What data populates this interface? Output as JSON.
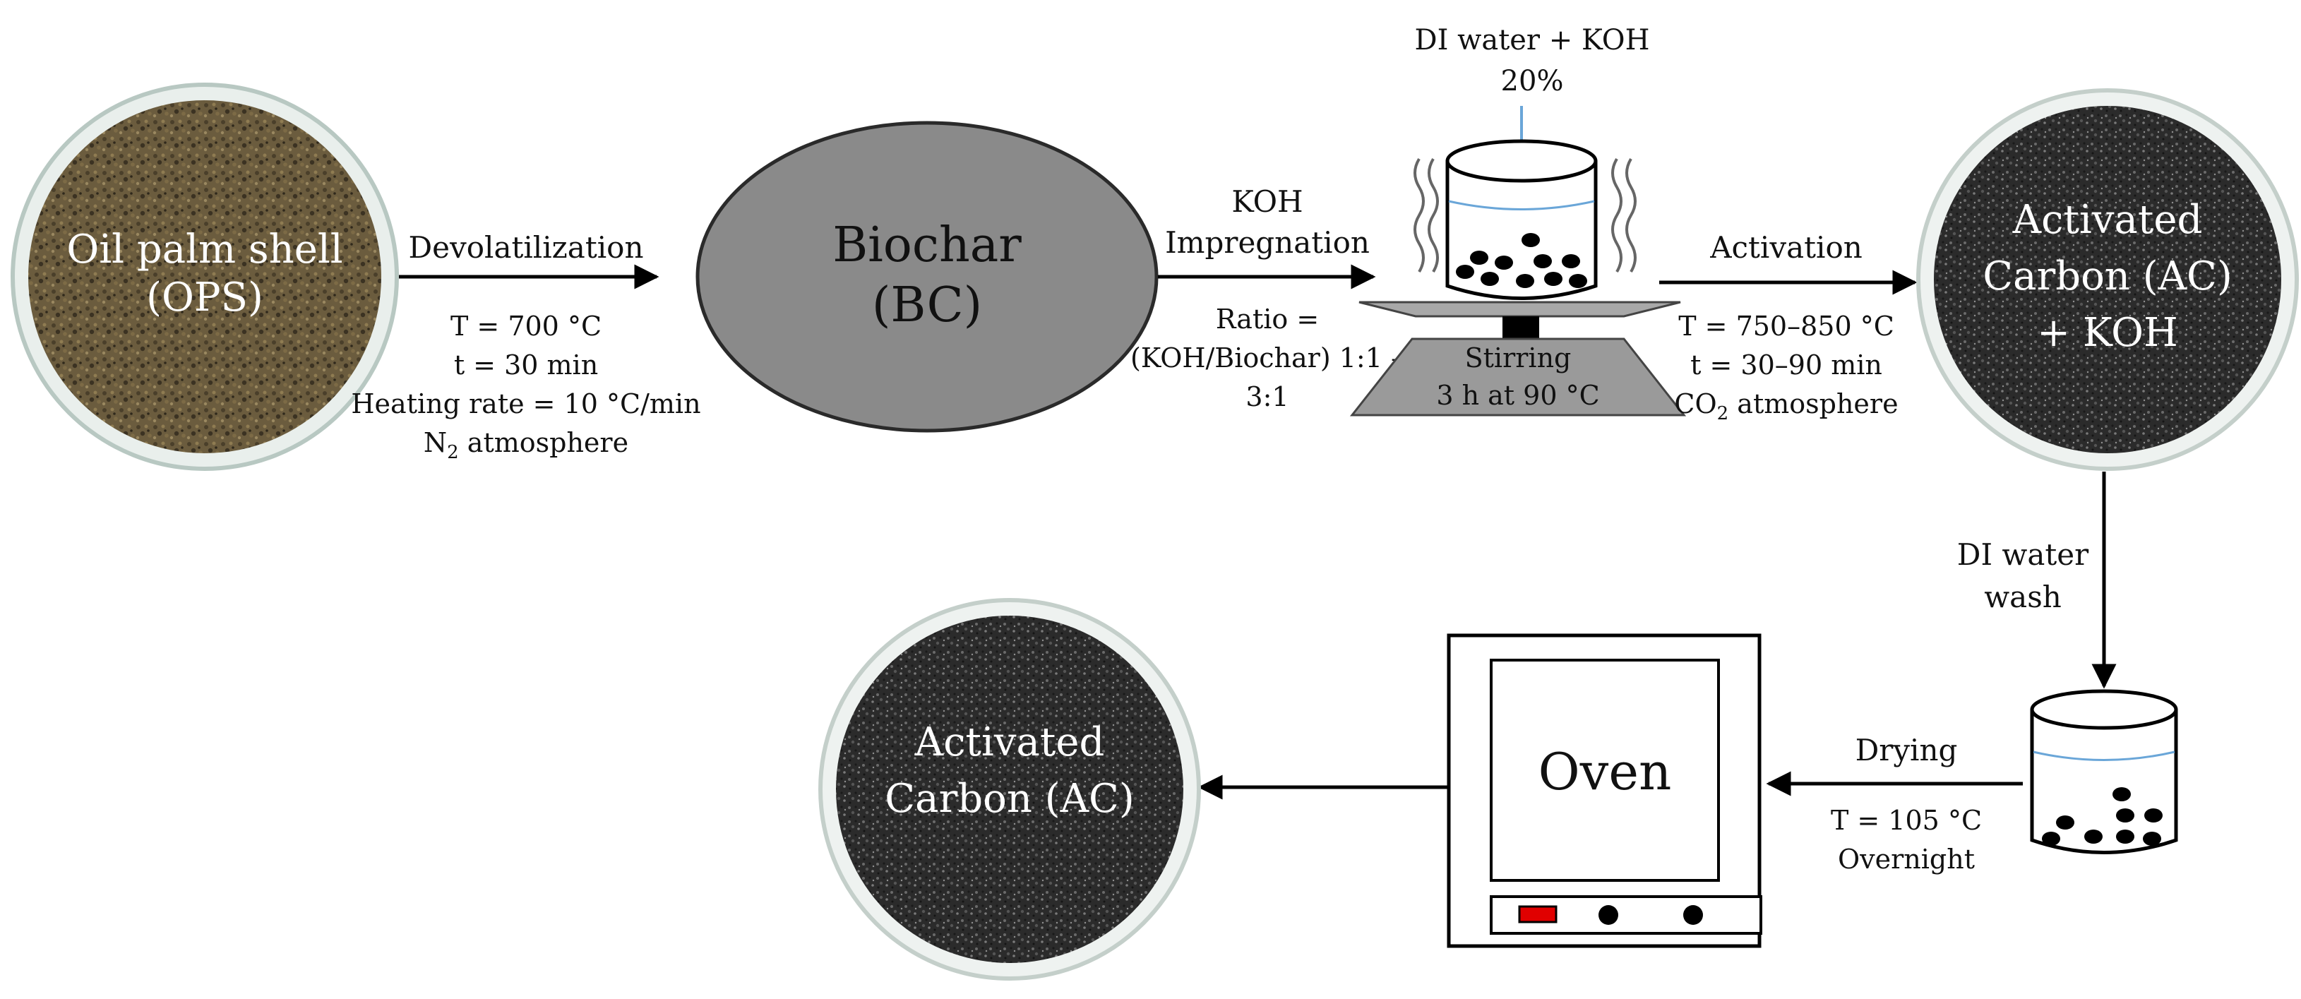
{
  "nodes": {
    "ops": {
      "line1": "Oil palm shell",
      "line2": "(OPS)"
    },
    "biochar": {
      "line1": "Biochar",
      "line2": "(BC)"
    },
    "ac_koh": {
      "line1": "Activated",
      "line2": "Carbon (AC)",
      "line3": "+ KOH"
    },
    "oven": {
      "label": "Oven"
    },
    "ac_final": {
      "line1": "Activated",
      "line2": "Carbon (AC)"
    }
  },
  "steps": {
    "devolatilization": {
      "title": "Devolatilization",
      "temp": "T = 700 °C",
      "time": "t = 30 min",
      "rate": "Heating rate = 10 °C/min",
      "atm_pre": "N",
      "atm_sub": "2",
      "atm_post": " atmosphere"
    },
    "impregnation": {
      "title1": "KOH",
      "title2": "Impregnation",
      "ratio1": "Ratio =",
      "ratio2": "(KOH/Biochar) 1:1 –",
      "ratio3": "3:1"
    },
    "beaker": {
      "title1": "DI water + KOH",
      "title2": "20%",
      "stir1": "Stirring",
      "stir2": "3 h at 90 °C"
    },
    "activation": {
      "title": "Activation",
      "temp": "T = 750–850 °C",
      "time": "t = 30–90 min",
      "atm_pre": "CO",
      "atm_sub": "2",
      "atm_post": " atmosphere"
    },
    "wash": {
      "line1": "DI water",
      "line2": "wash"
    },
    "drying": {
      "title": "Drying",
      "temp": "T = 105 °C",
      "time": "Overnight"
    }
  },
  "colors": {
    "ops_fill": "#6b5c3e",
    "biochar_fill": "#8a8a8a",
    "ac_fill": "#2e2e2e",
    "water_line": "#6aa6d8",
    "oven_indicator": "#e00000"
  }
}
